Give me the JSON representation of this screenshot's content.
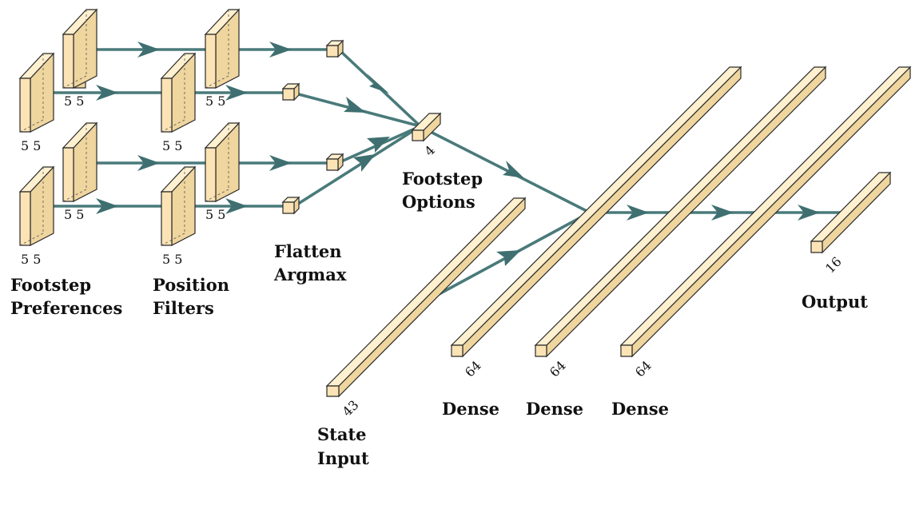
{
  "diagram": {
    "labels": {
      "footstep_preferences": [
        "Footstep",
        "Preferences"
      ],
      "position_filters": [
        "Position",
        "Filters"
      ],
      "flatten_argmax": [
        "Flatten",
        "Argmax"
      ],
      "footstep_options": [
        "Footstep",
        "Options"
      ],
      "state_input": [
        "State",
        "Input"
      ],
      "dense_1": "Dense",
      "dense_2": "Dense",
      "dense_3": "Dense",
      "output": "Output"
    },
    "dims": {
      "pref_a": "5 5",
      "pref_b": "5 5",
      "pref_c": "5 5",
      "pref_d": "5 5",
      "filt_a": "5 5",
      "filt_b": "5 5",
      "filt_c": "5 5",
      "filt_d": "5 5",
      "options": "4",
      "state": "43",
      "dense_1": "64",
      "dense_2": "64",
      "dense_3": "64",
      "output": "16"
    },
    "colors": {
      "block_fill": "#fbe3b5",
      "connection": "#4a7a7a"
    }
  }
}
